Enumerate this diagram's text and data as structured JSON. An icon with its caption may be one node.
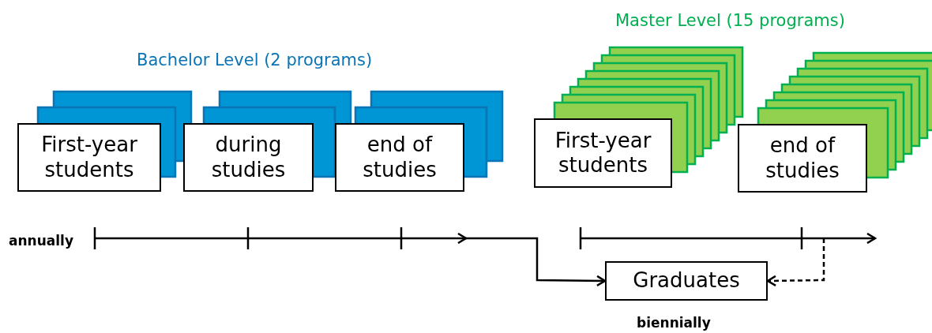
{
  "diagram": {
    "nodes": [
      {
        "text": [
          "First-year students"
        ]
      },
      {
        "text": [
          "during studies"
        ]
      },
      {
        "text": [
          "end of studies"
        ]
      },
      {
        "text": [
          "First-year students"
        ]
      },
      {
        "text": [
          "end of studies"
        ]
      },
      {
        "text": [
          "Graduates"
        ]
      }
    ],
    "edges": [
      {
        "from": null,
        "to": 5,
        "arrow": "to"
      },
      {
        "from": null,
        "to": 5,
        "arrow": "to",
        "style": "dashed"
      }
    ],
    "labels": [
      "Master Level (15 programs)",
      "Bachelor Level (2 programs)",
      "annually",
      "biennially"
    ]
  }
}
